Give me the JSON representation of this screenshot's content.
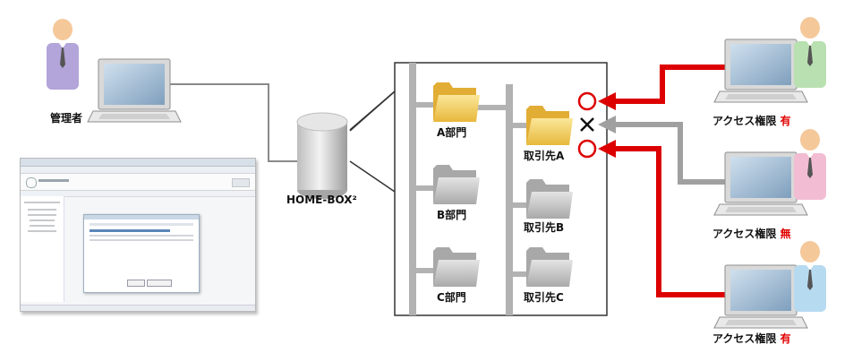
{
  "admin": {
    "label": "管理者"
  },
  "storage": {
    "label": "HOME-BOX²"
  },
  "folders": [
    {
      "label": "A部門",
      "color": "yellow"
    },
    {
      "label": "B部門",
      "color": "gray"
    },
    {
      "label": "C部門",
      "color": "gray"
    },
    {
      "label": "取引先A",
      "color": "yellow"
    },
    {
      "label": "取引先B",
      "color": "gray"
    },
    {
      "label": "取引先C",
      "color": "gray"
    }
  ],
  "users": [
    {
      "label": "アクセス権限",
      "permission": "有",
      "shirt_color": "#b8e0b0",
      "arrow_color": "#dd0000"
    },
    {
      "label": "アクセス権限",
      "permission": "無",
      "shirt_color": "#f2bcd2",
      "arrow_color": "#a0a0a0"
    },
    {
      "label": "アクセス権限",
      "permission": "有",
      "shirt_color": "#b6daf0",
      "arrow_color": "#dd0000"
    }
  ],
  "access_marks": [
    "○",
    "×",
    "○"
  ],
  "colors": {
    "red": "#dd0000",
    "gray_line": "#999999",
    "folder_yellow": "#f2d064",
    "folder_gray": "#c8c8c8"
  }
}
